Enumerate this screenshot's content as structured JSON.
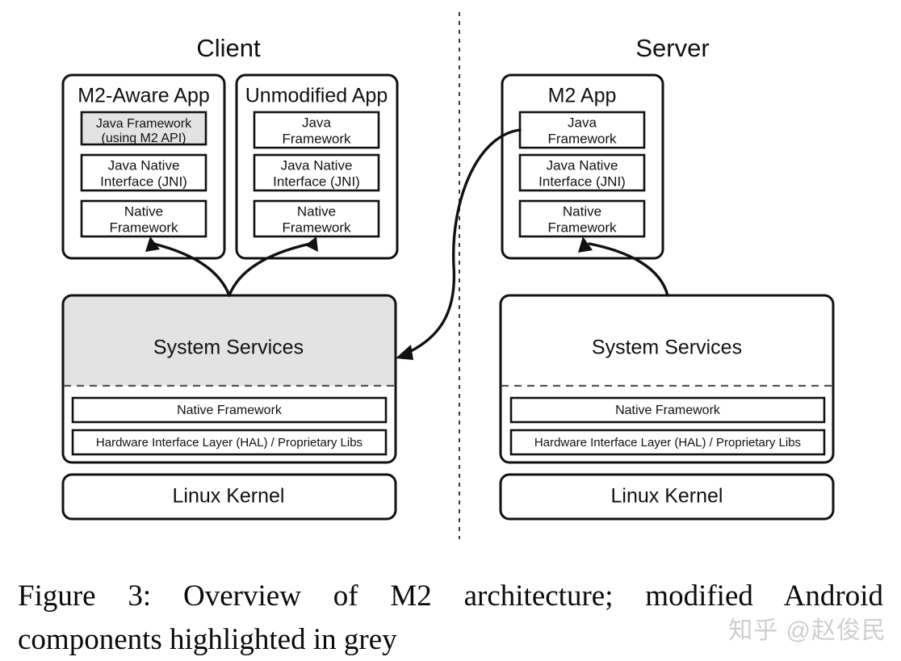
{
  "figure": {
    "sections": {
      "client_label": "Client",
      "server_label": "Server"
    },
    "client": {
      "apps": [
        {
          "title": "M2-Aware App",
          "layers": [
            {
              "line1": "Java Framework",
              "line2": "(using M2 API)",
              "highlighted": true
            },
            {
              "line1": "Java Native",
              "line2": "Interface (JNI)",
              "highlighted": false
            },
            {
              "line1": "Native",
              "line2": "Framework",
              "highlighted": false
            }
          ]
        },
        {
          "title": "Unmodified App",
          "layers": [
            {
              "line1": "Java",
              "line2": "Framework",
              "highlighted": false
            },
            {
              "line1": "Java Native",
              "line2": "Interface (JNI)",
              "highlighted": false
            },
            {
              "line1": "Native",
              "line2": "Framework",
              "highlighted": false
            }
          ]
        }
      ],
      "system_services": {
        "title": "System Services",
        "highlighted": true,
        "strips": [
          "Native Framework",
          "Hardware Interface Layer (HAL) / Proprietary Libs"
        ]
      },
      "kernel": "Linux Kernel"
    },
    "server": {
      "apps": [
        {
          "title": "M2 App",
          "layers": [
            {
              "line1": "Java",
              "line2": "Framework",
              "highlighted": false
            },
            {
              "line1": "Java Native",
              "line2": "Interface (JNI)",
              "highlighted": false
            },
            {
              "line1": "Native",
              "line2": "Framework",
              "highlighted": false
            }
          ]
        }
      ],
      "system_services": {
        "title": "System Services",
        "highlighted": false,
        "strips": [
          "Native Framework",
          "Hardware Interface Layer (HAL) / Proprietary Libs"
        ]
      },
      "kernel": "Linux Kernel"
    },
    "colors": {
      "highlight_grey": "#e3e3e3",
      "stroke": "#111111",
      "background": "#ffffff",
      "watermark": "#cfcfcf"
    }
  },
  "caption": {
    "line1": "Figure 3: Overview of M2 architecture; modified Android",
    "line2": "components highlighted in grey"
  },
  "watermark": {
    "text": "知乎 @赵俊民"
  }
}
